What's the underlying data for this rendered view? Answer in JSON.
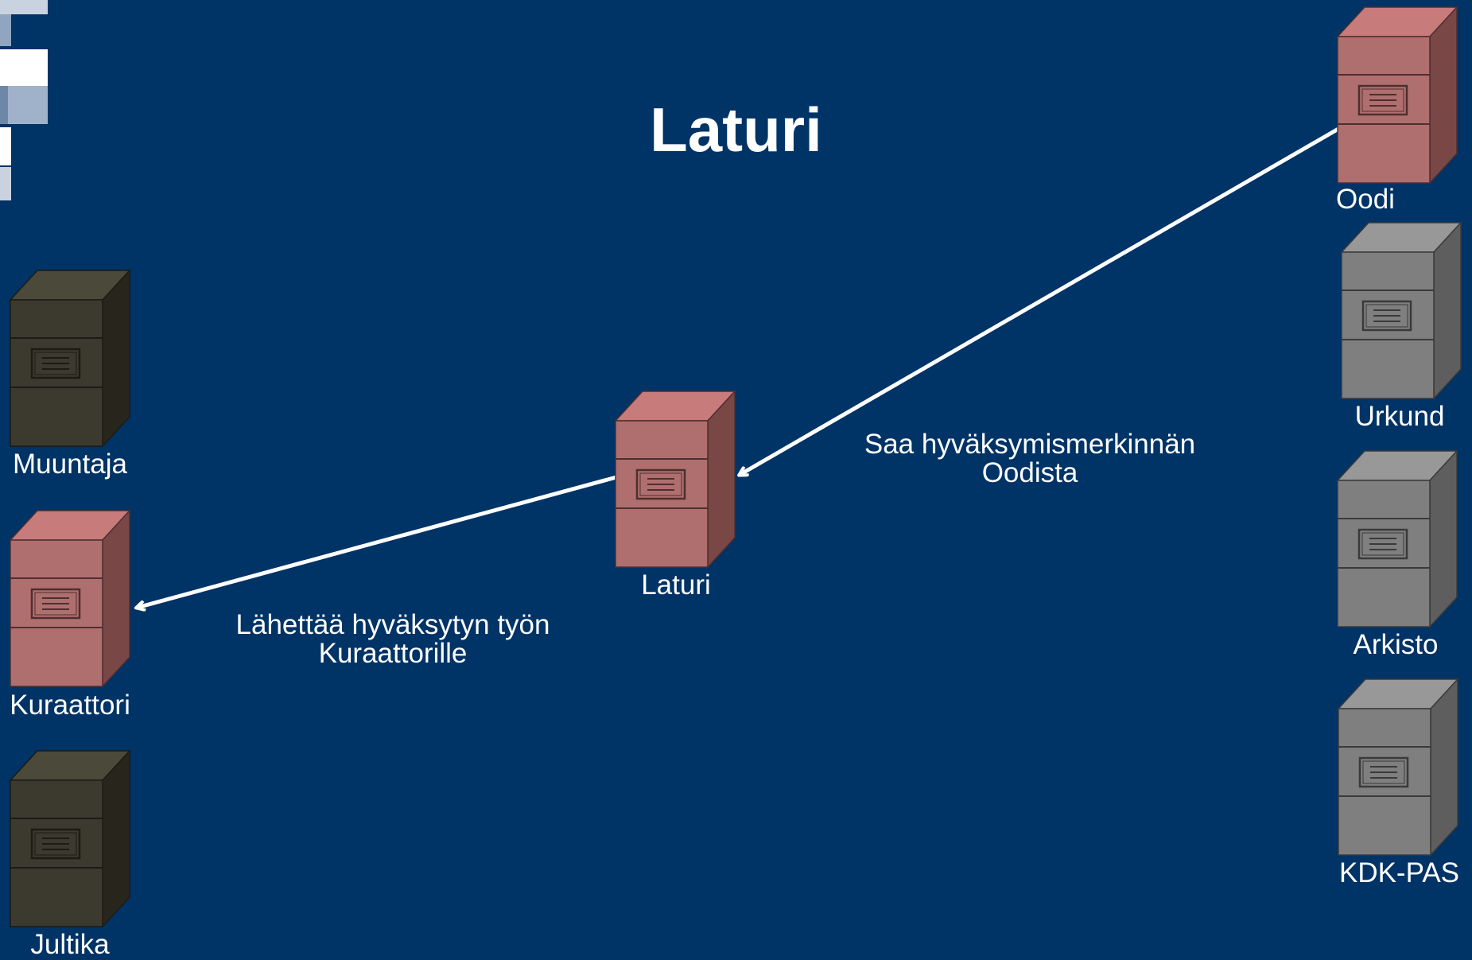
{
  "title": "Laturi",
  "colors": {
    "background": "#003366",
    "highlight_server": "#b06f6f",
    "archive_server": "#7f7f7f",
    "dark_server": "#3c3a2e",
    "text": "#ffffff"
  },
  "nodes": [
    {
      "id": "oodi",
      "label": "Oodi",
      "style": "highlight",
      "icon": "server-icon"
    },
    {
      "id": "urkund",
      "label": "Urkund",
      "style": "gray",
      "icon": "server-icon"
    },
    {
      "id": "arkisto",
      "label": "Arkisto",
      "style": "gray",
      "icon": "server-icon"
    },
    {
      "id": "kdk-pas",
      "label": "KDK-PAS",
      "style": "gray",
      "icon": "server-icon"
    },
    {
      "id": "laturi",
      "label": "Laturi",
      "style": "highlight",
      "icon": "server-icon"
    },
    {
      "id": "muuntaja",
      "label": "Muuntaja",
      "style": "dark",
      "icon": "server-icon"
    },
    {
      "id": "kuraattori",
      "label": "Kuraattori",
      "style": "highlight",
      "icon": "server-icon"
    },
    {
      "id": "jultika",
      "label": "Jultika",
      "style": "dark",
      "icon": "server-icon"
    }
  ],
  "edges": [
    {
      "from": "oodi",
      "to": "laturi",
      "label_line1": "Saa hyväksymismerkinnän",
      "label_line2": "Oodista"
    },
    {
      "from": "laturi",
      "to": "kuraattori",
      "label_line1": "Lähettää hyväksytyn työn",
      "label_line2": "Kuraattorille"
    }
  ]
}
